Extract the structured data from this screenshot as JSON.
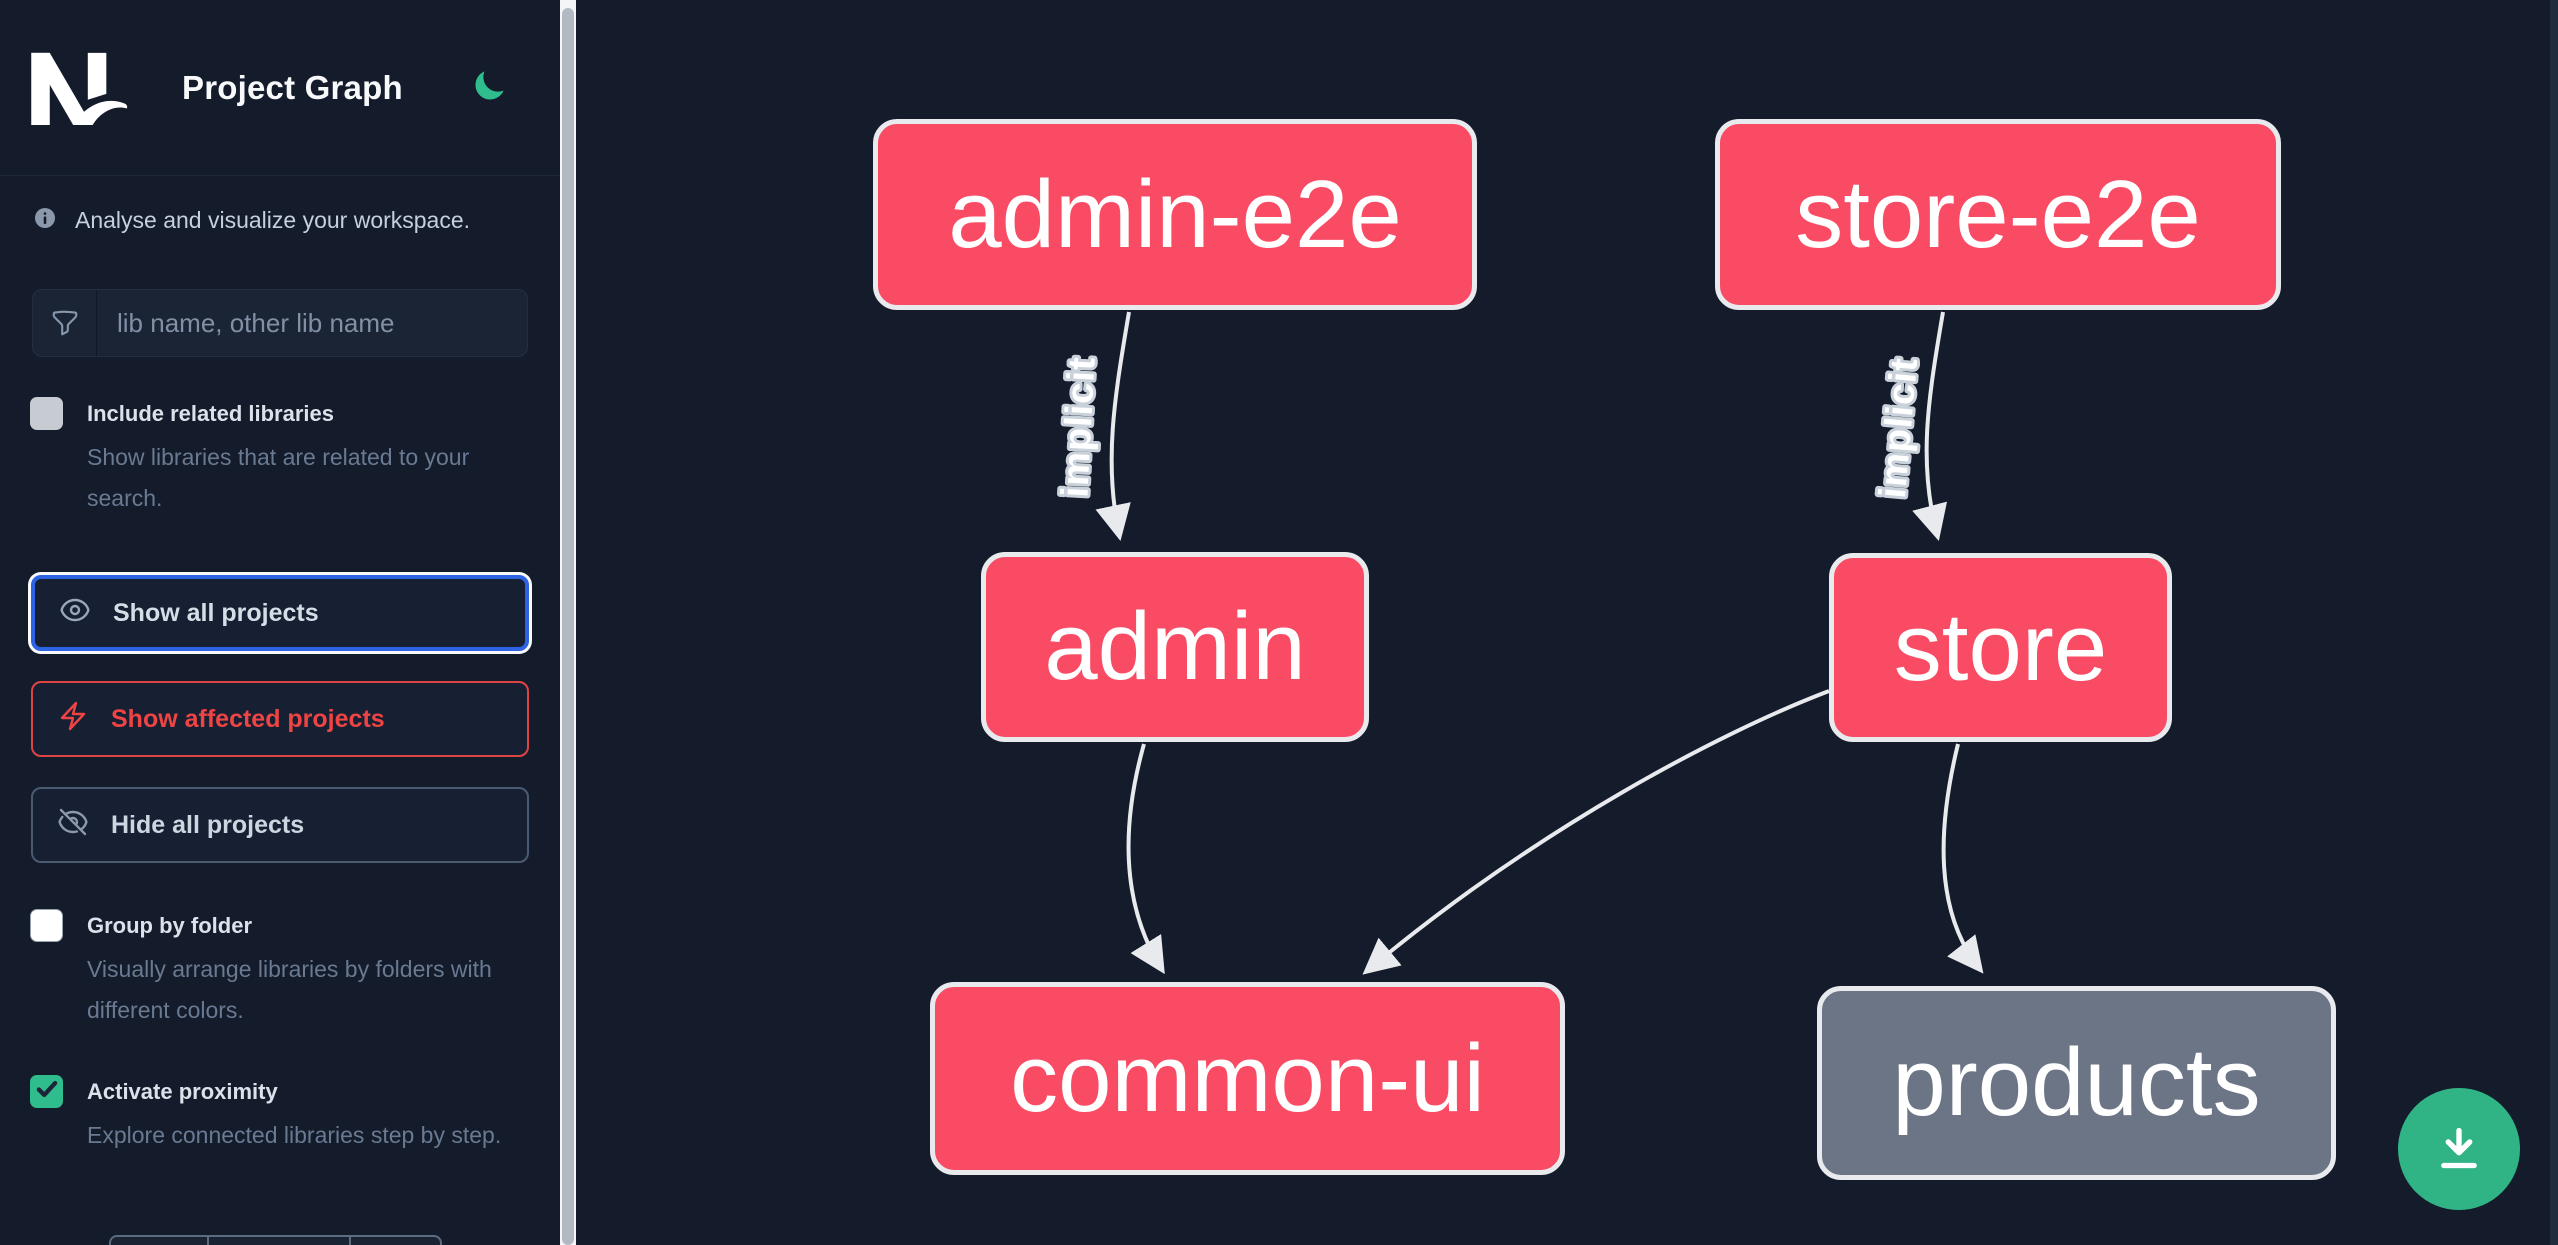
{
  "app": {
    "title": "Project Graph"
  },
  "sidebar": {
    "logo_icon": "nx-logo",
    "theme_toggle_icon": "moon-icon",
    "tagline": "Analyse and visualize your workspace.",
    "info_icon": "info-icon",
    "search": {
      "icon": "funnel-icon",
      "placeholder": "lib name, other lib name",
      "value": ""
    },
    "options": [
      {
        "label": "Include related libraries",
        "description": "Show libraries that are related to your search.",
        "checked": false
      },
      {
        "label": "Group by folder",
        "description": "Visually arrange libraries by folders with different colors.",
        "checked": false
      },
      {
        "label": "Activate proximity",
        "description": "Explore connected libraries step by step.",
        "checked": true
      }
    ],
    "actions": [
      {
        "label": "Show all projects",
        "icon": "eye-icon",
        "state": "focused"
      },
      {
        "label": "Show affected projects",
        "icon": "bolt-icon",
        "state": "affected"
      },
      {
        "label": "Hide all projects",
        "icon": "eye-slash-icon",
        "state": "default"
      }
    ]
  },
  "graph": {
    "nodes": [
      {
        "id": "admin-e2e",
        "label": "admin-e2e",
        "color": "pink"
      },
      {
        "id": "store-e2e",
        "label": "store-e2e",
        "color": "pink"
      },
      {
        "id": "admin",
        "label": "admin",
        "color": "pink"
      },
      {
        "id": "store",
        "label": "store",
        "color": "pink"
      },
      {
        "id": "common-ui",
        "label": "common-ui",
        "color": "pink"
      },
      {
        "id": "products",
        "label": "products",
        "color": "gray"
      }
    ],
    "edges": [
      {
        "from": "admin-e2e",
        "to": "admin",
        "label": "implicit"
      },
      {
        "from": "store-e2e",
        "to": "store",
        "label": "implicit"
      },
      {
        "from": "admin",
        "to": "common-ui",
        "label": ""
      },
      {
        "from": "store",
        "to": "common-ui",
        "label": ""
      },
      {
        "from": "store",
        "to": "products",
        "label": ""
      }
    ]
  },
  "fab": {
    "icon": "download-icon"
  },
  "colors": {
    "background": "#141b2b",
    "node_pink": "#f94b64",
    "node_gray": "#6b7585",
    "node_border": "#e8eaee",
    "edge": "#e8eaee",
    "accent_green": "#2fbd8d",
    "focus_blue": "#2e63e4",
    "affected_red": "#ef4444",
    "muted_text": "#697a92"
  }
}
